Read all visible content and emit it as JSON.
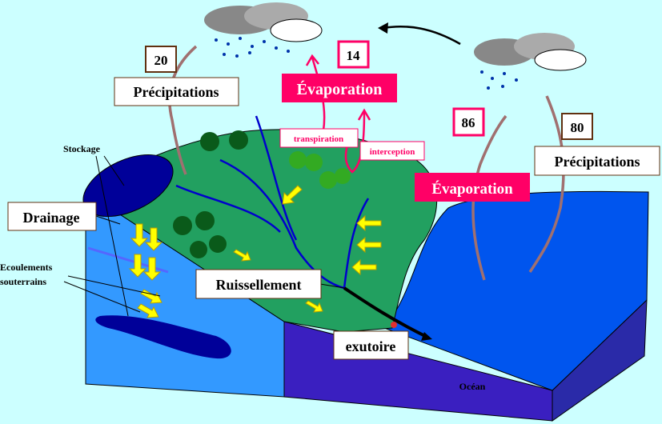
{
  "labels": {
    "precip_left_value": "20",
    "precip_left": "Précipitations",
    "evap_top_value": "14",
    "evap_top": "Évaporation",
    "transpiration": "transpiration",
    "interception": "interception",
    "evap_ocean_value": "86",
    "evap_ocean": "Évaporation",
    "precip_right_value": "80",
    "precip_right": "Précipitations",
    "stockage": "Stockage",
    "drainage": "Drainage",
    "ecoulements_1": "Ecoulements",
    "ecoulements_2": "souterrains",
    "ruissellement": "Ruissellement",
    "exutoire": "exutoire",
    "ocean": "Océan"
  },
  "colors": {
    "sky": "#ccffff",
    "evaporation": "#ff0066",
    "land": "#22a060",
    "ocean": "#0055ee",
    "groundwater": "#3399ff",
    "storage": "#000099",
    "arrows": "#ffff00"
  }
}
